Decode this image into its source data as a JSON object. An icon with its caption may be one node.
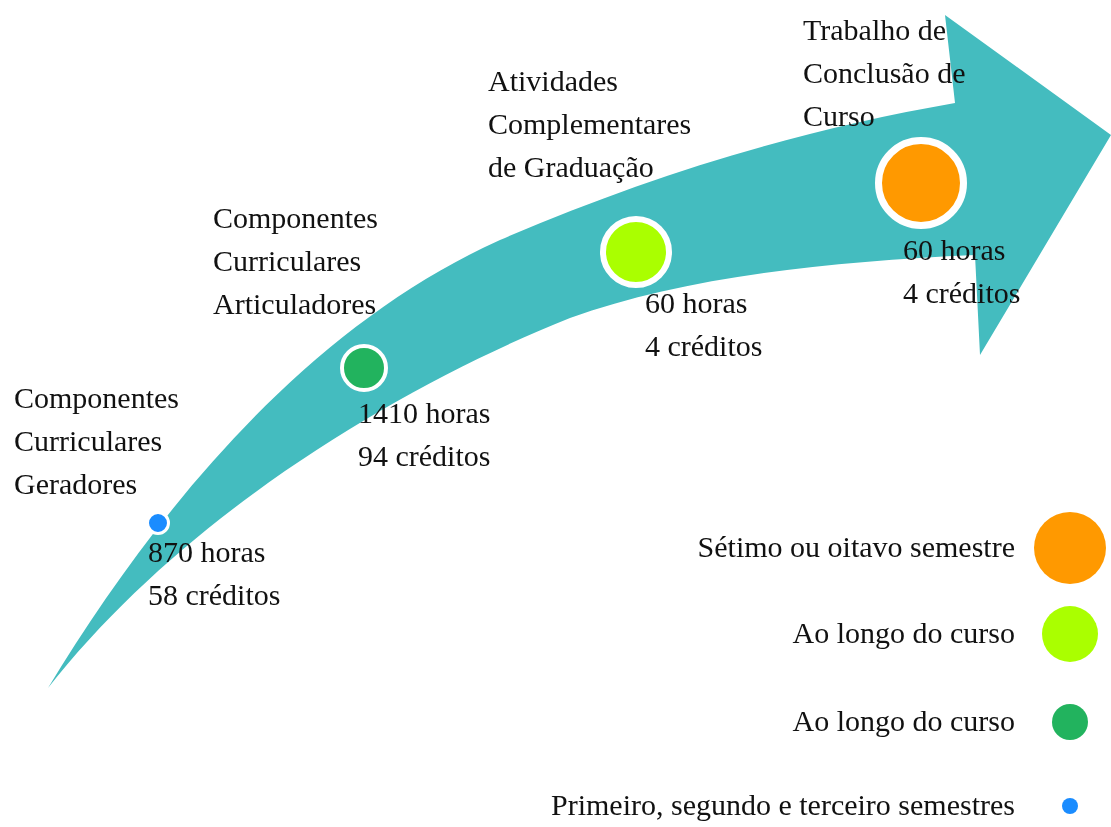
{
  "diagram": {
    "nodes": [
      {
        "text": [],
        "shape": "circle",
        "beside": [
          "Componentes Curriculares Geradores",
          "870 horas 58 créditos"
        ]
      },
      {
        "text": [],
        "shape": "circle",
        "beside": [
          "Componentes Curriculares Articuladores",
          "1410 horas 94 créditos"
        ]
      },
      {
        "text": [],
        "shape": "circle",
        "beside": [
          "Atividades Complementares de Graduação",
          "60 horas 4 créditos"
        ]
      },
      {
        "text": [],
        "shape": "circle",
        "beside": [
          "Trabalho de Conclusão de Curso",
          "60 horas 4 créditos"
        ]
      }
    ],
    "edges": [],
    "legend": [
      {
        "text": "Sétimo ou oitavo semestre",
        "color": "#ff9900"
      },
      {
        "text": "Ao longo do curso",
        "color": "#aaff00"
      },
      {
        "text": "Ao longo do curso",
        "color": "#22b35e"
      },
      {
        "text": "Primeiro, segundo e terceiro semestres",
        "color": "#1a8cff"
      }
    ]
  }
}
